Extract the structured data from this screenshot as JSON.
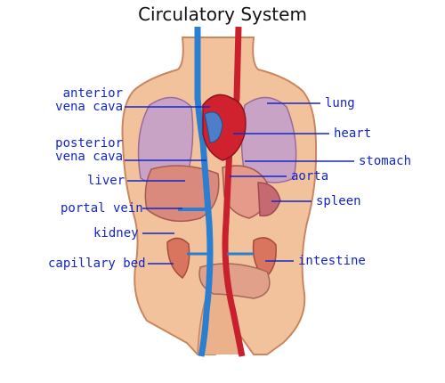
{
  "title": "Circulatory System",
  "labels": {
    "anterior_vena_cava": [
      "anterior",
      "vena cava"
    ],
    "posterior_vena_cava": [
      "posterior",
      "vena cava"
    ],
    "liver": "liver",
    "portal_vein": "portal vein",
    "kidney": "kidney",
    "capillary_bed": "capillary bed",
    "lung": "lung",
    "heart": "heart",
    "stomach": "stomach",
    "aorta": "aorta",
    "spleen": "spleen",
    "intestine": "intestine"
  },
  "colors": {
    "label_text": "#1426c8",
    "leader_line": "#1426c8",
    "skin": "#f2c29c",
    "vein": "#2b7fd0",
    "artery": "#c8202c"
  }
}
